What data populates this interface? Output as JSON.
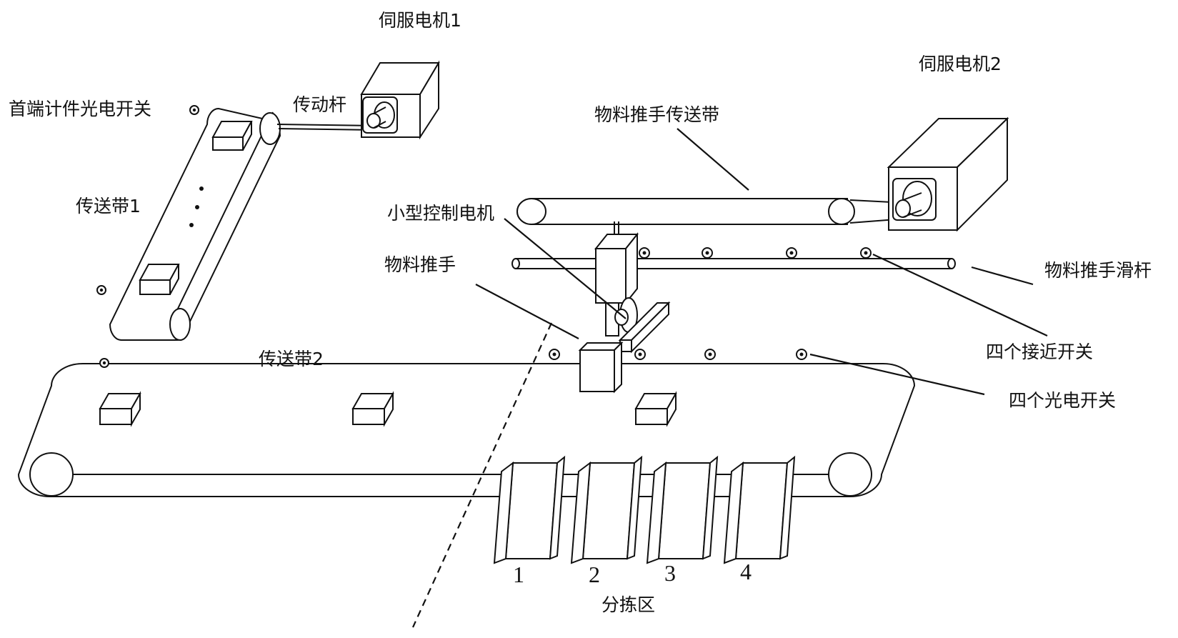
{
  "labels": {
    "servo_motor_1": "伺服电机1",
    "servo_motor_2": "伺服电机2",
    "head_counting_switch": "首端计件光电开关",
    "drive_rod": "传动杆",
    "pusher_belt": "物料推手传送带",
    "conveyor_1": "传送带1",
    "small_control_motor": "小型控制电机",
    "material_pusher": "物料推手",
    "pusher_slide_rod": "物料推手滑杆",
    "four_proximity_switches": "四个接近开关",
    "conveyor_2": "传送带2",
    "four_photo_switches": "四个光电开关",
    "sorting_area": "分拣区"
  },
  "bins": [
    "1",
    "2",
    "3",
    "4"
  ],
  "colors": {
    "line": "#111111",
    "background": "#ffffff"
  }
}
